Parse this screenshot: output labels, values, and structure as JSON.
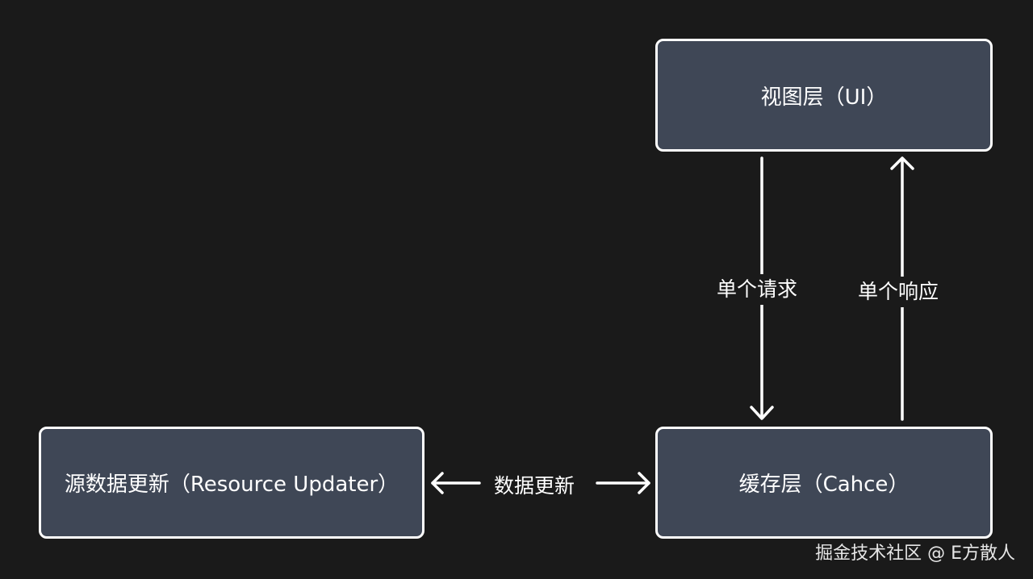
{
  "nodes": {
    "ui": "视图层（UI）",
    "cache": "缓存层（Cahce）",
    "updater": "源数据更新（Resource Updater）"
  },
  "edges": {
    "request": "单个请求",
    "response": "单个响应",
    "update": "数据更新"
  },
  "watermark": "掘金技术社区 @ E方散人",
  "colors": {
    "background": "#1a1a1a",
    "box_fill": "#3f4756",
    "stroke": "#ffffff"
  }
}
